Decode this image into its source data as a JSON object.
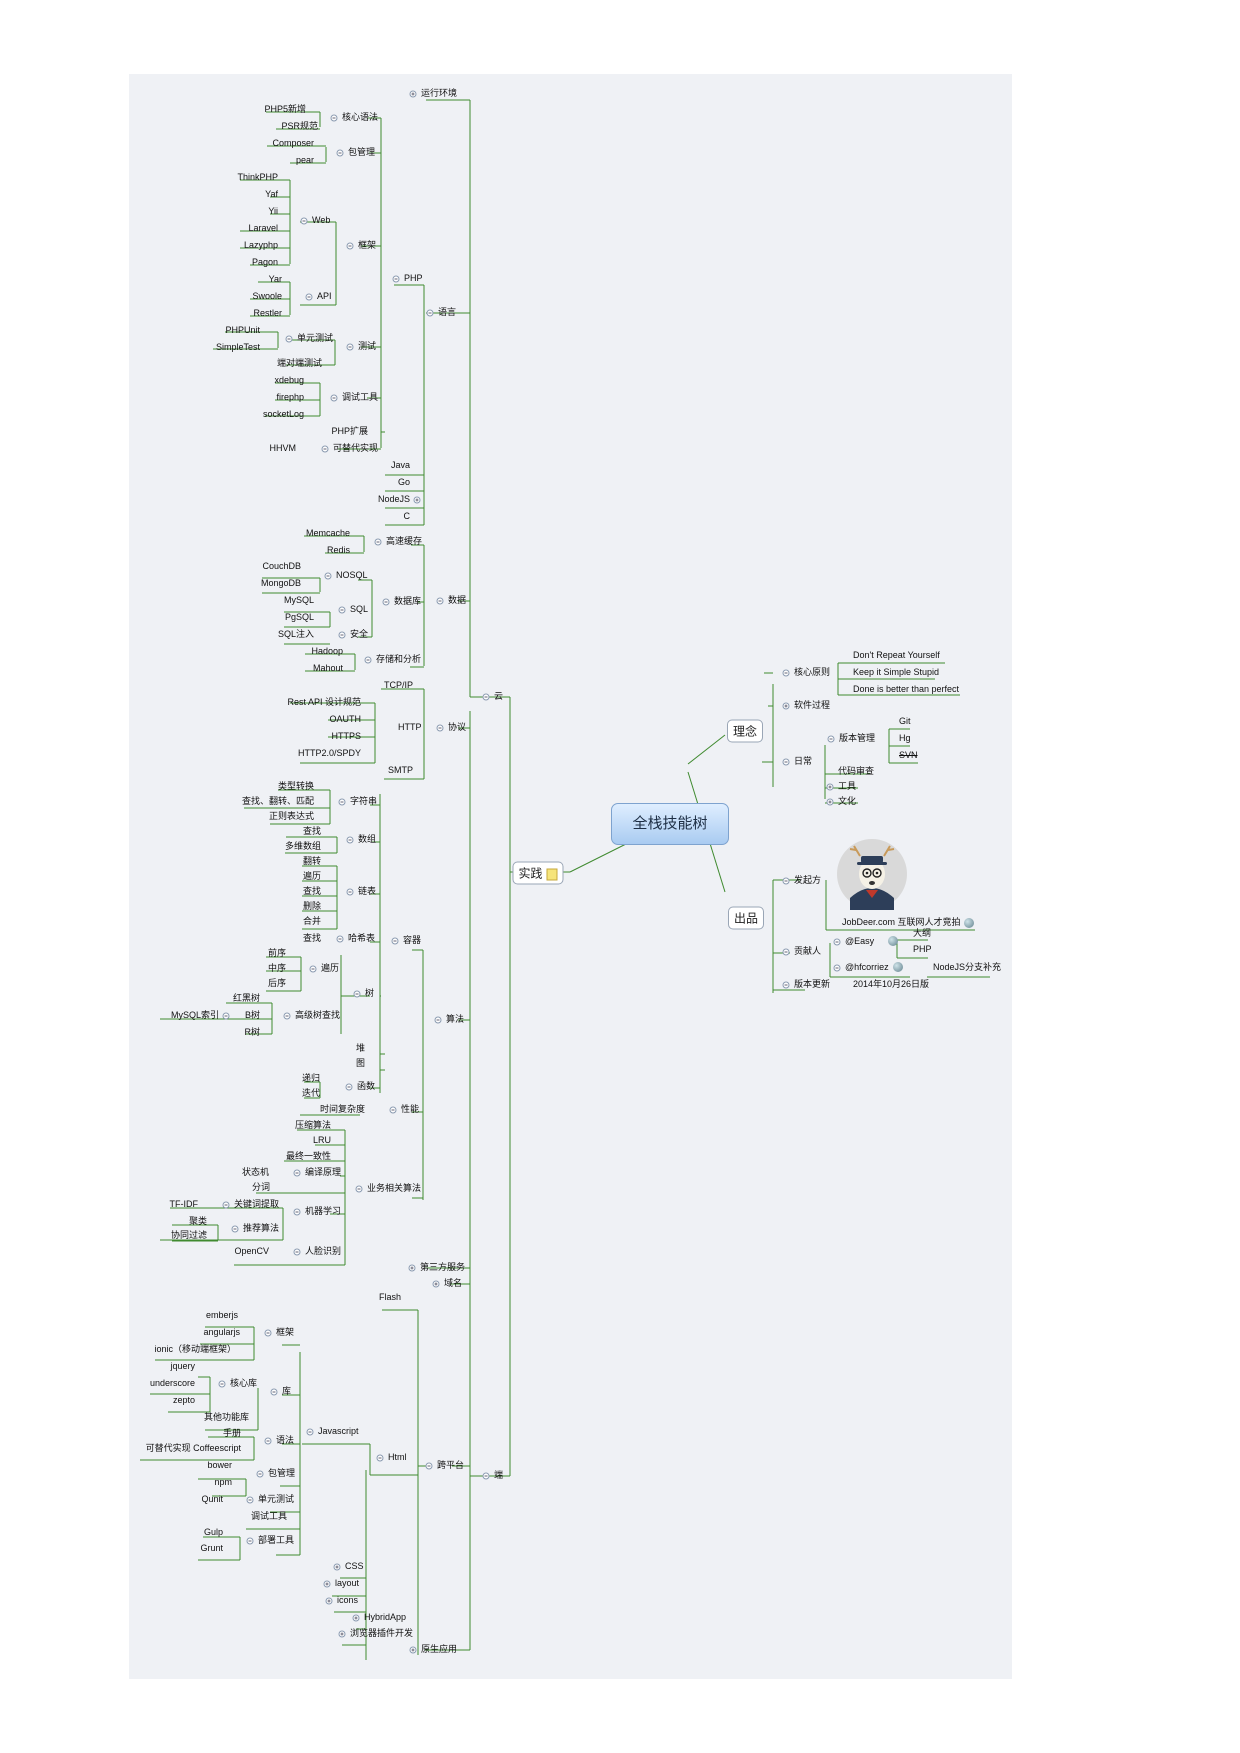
{
  "center": {
    "title": "全栈技能树"
  },
  "branches": {
    "practice": "实践",
    "idea": "理念",
    "output": "出品"
  },
  "cloud": "云",
  "client": "端",
  "l1": {
    "runtime": "运行环境",
    "language": "语言",
    "data": "数据",
    "protocol": "协议",
    "algorithm": "算法",
    "third": "第三方服务",
    "domain": "域名",
    "cross": "跨平台",
    "native": "原生应用"
  },
  "php": {
    "name": "PHP",
    "core": "核心语法",
    "php5": "PHP5新增",
    "psr": "PSR规范",
    "pkg": "包管理",
    "composer": "Composer",
    "pear": "pear",
    "framework": "框架",
    "web": "Web",
    "api": "API",
    "test": "测试",
    "unit": "单元测试",
    "phpunit": "PHPUnit",
    "simpletest": "SimpleTest",
    "e2e": "端对端测试",
    "debug": "调试工具",
    "xdebug": "xdebug",
    "firephp": "firephp",
    "socketlog": "socketLog",
    "ext": "PHP扩展",
    "alt": "可替代实现",
    "hhvm": "HHVM",
    "web_items": [
      "ThinkPHP",
      "Yaf",
      "Yii",
      "Laravel",
      "Lazyphp",
      "Pagon"
    ],
    "api_items": [
      "Yar",
      "Swoole",
      "Restler"
    ]
  },
  "langs": {
    "java": "Java",
    "go": "Go",
    "nodejs": "NodeJS",
    "c": "C"
  },
  "db": {
    "cache": "高速缓存",
    "memcache": "Memcache",
    "redis": "Redis",
    "database": "数据库",
    "nosql": "NOSQL",
    "couch": "CouchDB",
    "mongo": "MongoDB",
    "sql": "SQL",
    "mysql": "MySQL",
    "pgsql": "PgSQL",
    "security": "安全",
    "sqli": "SQL注入",
    "storage": "存储和分析",
    "hadoop": "Hadoop",
    "mahout": "Mahout"
  },
  "proto": {
    "tcp": "TCP/IP",
    "http": "HTTP",
    "rest": "Rest API 设计规范",
    "oauth": "OAUTH",
    "https": "HTTPS",
    "http2": "HTTP2.0/SPDY",
    "smtp": "SMTP"
  },
  "algo": {
    "string": "字符串",
    "conv": "类型转换",
    "find": "查找、翻转、匹配",
    "regex": "正则表达式",
    "array": "数组",
    "a_find": "查找",
    "multi": "多维数组",
    "list": "链表",
    "l_items": [
      "翻转",
      "遍历",
      "查找",
      "删除",
      "合并"
    ],
    "hash": "哈希表",
    "h_find": "查找",
    "container": "容器",
    "tree": "树",
    "traverse": "遍历",
    "pre": "前序",
    "mid": "中序",
    "post": "后序",
    "rbt": "红黑树",
    "adv": "高级树查找",
    "btree": "B树",
    "mysqlidx": "MySQL索引",
    "rtree": "R树",
    "heap": "堆",
    "graph": "图",
    "func": "函数",
    "recur": "递归",
    "iter": "迭代",
    "perf": "性能",
    "complex": "时间复杂度",
    "biz": "业务相关算法",
    "compress": "压缩算法",
    "lru": "LRU",
    "consist": "最终一致性",
    "compile": "编译原理",
    "fsm": "状态机",
    "seg": "分词",
    "ml": "机器学习",
    "keyword": "关键词提取",
    "tfidf": "TF-IDF",
    "recommend": "推荐算法",
    "cluster": "聚类",
    "cf": "协同过滤",
    "face": "人脸识别",
    "opencv": "OpenCV"
  },
  "front": {
    "flash": "Flash",
    "html": "Html",
    "js": "Javascript",
    "fw": "框架",
    "ember": "emberjs",
    "angular": "angularjs",
    "ionic": "ionic（移动端框架）",
    "lib": "库",
    "core": "核心库",
    "jquery": "jquery",
    "underscore": "underscore",
    "zepto": "zepto",
    "other": "其他功能库",
    "syntax": "语法",
    "manual": "手册",
    "coffee": "可替代实现 Coffeescript",
    "pkg": "包管理",
    "bower": "bower",
    "npm": "npm",
    "unit": "单元测试",
    "qunit": "Qunit",
    "debug": "调试工具",
    "deploy": "部署工具",
    "gulp": "Gulp",
    "grunt": "Grunt",
    "css": "CSS",
    "layout": "layout",
    "icons": "icons",
    "hybrid": "HybridApp",
    "plugin": "浏览器插件开发"
  },
  "idea": {
    "core": "核心原则",
    "dry": "Don't Repeat Yourself",
    "kiss": "Keep it Simple Stupid",
    "done": "Done is better than perfect",
    "process": "软件过程",
    "daily": "日常",
    "vcs": "版本管理",
    "git": "Git",
    "hg": "Hg",
    "svn": "SVN",
    "review": "代码审查",
    "tools": "工具",
    "culture": "文化"
  },
  "out": {
    "initiator": "发起方",
    "jobdeer": "JobDeer.com",
    "jobdeer_desc": "互联网人才竞拍",
    "contrib": "贡献人",
    "easy": "@Easy",
    "outline": "大纲",
    "php": "PHP",
    "hfc": "@hfcorriez",
    "nodejs": "NodeJS分支补充",
    "version": "版本更新",
    "date": "2014年10月26日版"
  },
  "colors": {
    "line": "#3f8a2f",
    "canvas": "#eff1f5",
    "center_top": "#dfeeff",
    "center_bottom": "#a9cbf1"
  }
}
